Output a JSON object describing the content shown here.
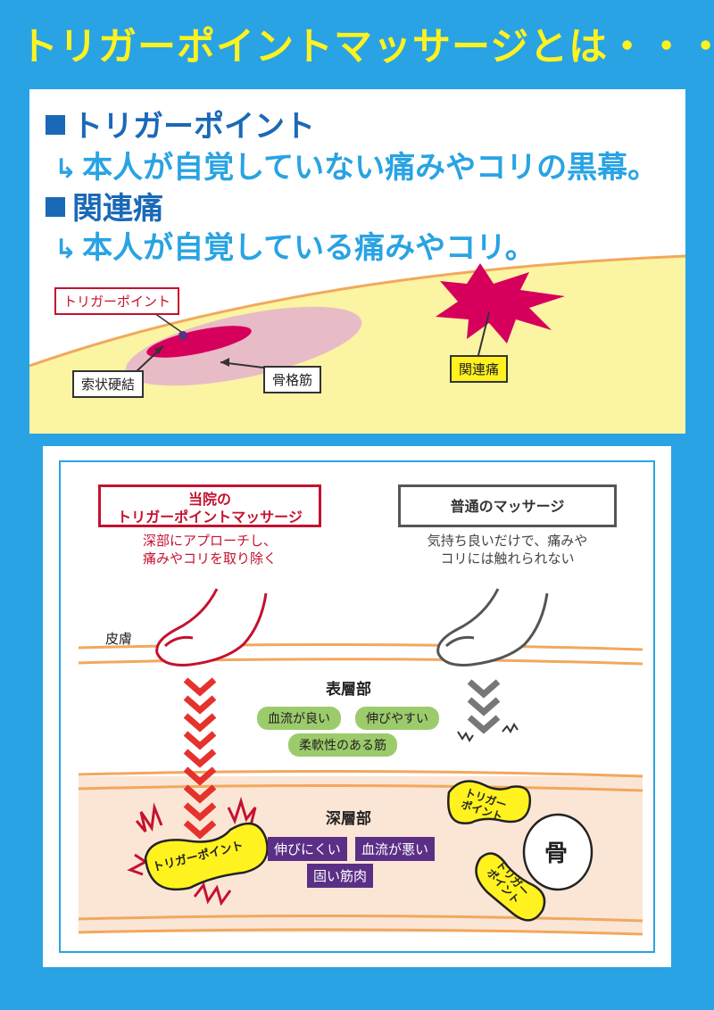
{
  "title": "トリガーポイントマッサージとは・・・",
  "top": {
    "heading1": "トリガーポイント",
    "sub1": "本人が自覚していない痛みやコリの黒幕。",
    "heading2": "関連痛",
    "sub2": "本人が自覚している痛みやコリ。",
    "labels": {
      "trigger_point": "トリガーポイント",
      "taut_band": "索状硬結",
      "skeletal_muscle": "骨格筋",
      "referred_pain": "関連痛"
    }
  },
  "bottom": {
    "left_box": {
      "line1": "当院の",
      "line2": "トリガーポイントマッサージ"
    },
    "left_desc": {
      "line1": "深部にアプローチし、",
      "line2": "痛みやコリを取り除く"
    },
    "right_box": "普通のマッサージ",
    "right_desc": {
      "line1": "気持ち良いだけで、痛みや",
      "line2": "コリには触れられない"
    },
    "skin_label": "皮膚",
    "surface_layer": "表層部",
    "surface_tags": [
      "血流が良い",
      "伸びやすい",
      "柔軟性のある筋"
    ],
    "deep_layer": "深層部",
    "deep_tags": [
      "伸びにくい",
      "血流が悪い",
      "固い筋肉"
    ],
    "trigger_label_line": "トリガーポイント",
    "trigger_label_l1": "トリガー",
    "trigger_label_l2": "ポイント",
    "bone": "骨"
  },
  "colors": {
    "background": "#29a3e3",
    "title": "#fff21f",
    "heading": "#1a69b6",
    "accent_red": "#c4122f",
    "trigger_fill": "#fff21f",
    "purple_tag": "#5b2f86",
    "green_tag": "#9ccb6b"
  }
}
